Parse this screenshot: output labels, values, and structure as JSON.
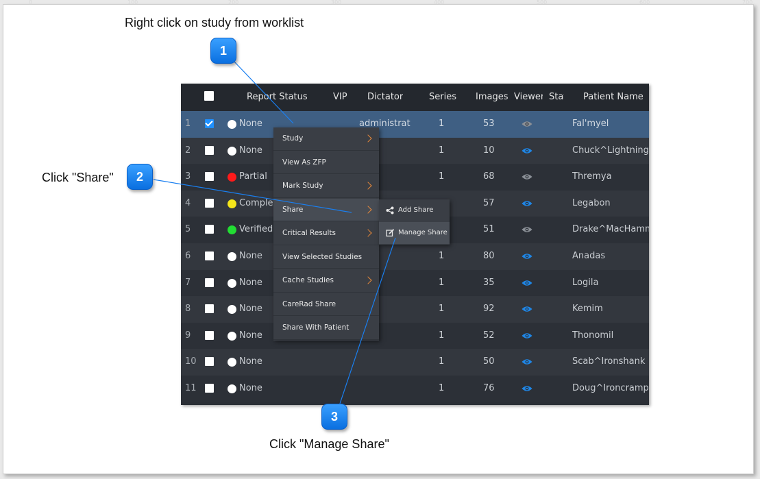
{
  "ruler": {
    "ticks": [
      "0",
      "100",
      "200",
      "300",
      "400",
      "500",
      "600",
      "700"
    ]
  },
  "callouts": [
    {
      "number": "1",
      "caption": "Right click on study from worklist"
    },
    {
      "number": "2",
      "caption": "Click \"Share\""
    },
    {
      "number": "3",
      "caption": "Click \"Manage Share\""
    }
  ],
  "table": {
    "headers": {
      "report_status": "Report Status",
      "vip": "VIP",
      "dictator": "Dictator",
      "series": "Series",
      "images": "Images",
      "viewer": "Viewer",
      "stat": "Stat",
      "patient_name": "Patient Name"
    },
    "rows": [
      {
        "num": "1",
        "checked": true,
        "status": "None",
        "status_color": "#ffffff",
        "dictator": "administrato",
        "series": "1",
        "images": "53",
        "eye_active": false,
        "patient": "Fal'myel"
      },
      {
        "num": "2",
        "checked": false,
        "status": "None",
        "status_color": "#ffffff",
        "dictator": "",
        "series": "1",
        "images": "10",
        "eye_active": true,
        "patient": "Chuck^Lightningthi"
      },
      {
        "num": "3",
        "checked": false,
        "status": "Partial",
        "status_color": "#ff1a1a",
        "dictator": "",
        "series": "1",
        "images": "68",
        "eye_active": false,
        "patient": "Thremya"
      },
      {
        "num": "4",
        "checked": false,
        "status": "Complet",
        "status_color": "#f5e61a",
        "dictator": "",
        "series": "",
        "images": "57",
        "eye_active": true,
        "patient": "Legabon"
      },
      {
        "num": "5",
        "checked": false,
        "status": "Verified",
        "status_color": "#22dd33",
        "dictator": "",
        "series": "",
        "images": "51",
        "eye_active": false,
        "patient": "Drake^MacHamme"
      },
      {
        "num": "6",
        "checked": false,
        "status": "None",
        "status_color": "#ffffff",
        "dictator": "",
        "series": "1",
        "images": "80",
        "eye_active": true,
        "patient": "Anadas"
      },
      {
        "num": "7",
        "checked": false,
        "status": "None",
        "status_color": "#ffffff",
        "dictator": "",
        "series": "1",
        "images": "35",
        "eye_active": true,
        "patient": "Logila"
      },
      {
        "num": "8",
        "checked": false,
        "status": "None",
        "status_color": "#ffffff",
        "dictator": "",
        "series": "1",
        "images": "92",
        "eye_active": true,
        "patient": "Kemim"
      },
      {
        "num": "9",
        "checked": false,
        "status": "None",
        "status_color": "#ffffff",
        "dictator": "",
        "series": "1",
        "images": "52",
        "eye_active": true,
        "patient": "Thonomil"
      },
      {
        "num": "10",
        "checked": false,
        "status": "None",
        "status_color": "#ffffff",
        "dictator": "",
        "series": "1",
        "images": "50",
        "eye_active": true,
        "patient": "Scab^Ironshank"
      },
      {
        "num": "11",
        "checked": false,
        "status": "None",
        "status_color": "#ffffff",
        "dictator": "",
        "series": "1",
        "images": "76",
        "eye_active": true,
        "patient": "Doug^Ironcramp"
      }
    ]
  },
  "context_menu": {
    "items": [
      {
        "label": "Study",
        "submenu": true
      },
      {
        "label": "View As ZFP",
        "submenu": false
      },
      {
        "label": "Mark Study",
        "submenu": true
      },
      {
        "label": "Share",
        "submenu": true,
        "highlighted": true
      },
      {
        "label": "Critical Results",
        "submenu": true
      },
      {
        "label": "View Selected Studies",
        "submenu": false
      },
      {
        "label": "Cache Studies",
        "submenu": true
      },
      {
        "label": "CareRad Share",
        "submenu": false
      },
      {
        "label": "Share With Patient",
        "submenu": false
      }
    ]
  },
  "share_submenu": {
    "items": [
      {
        "label": "Add Share",
        "icon": "share-icon"
      },
      {
        "label": "Manage Share",
        "icon": "edit-icon",
        "highlighted": true
      }
    ]
  },
  "colors": {
    "eye_active": "#1f86e6",
    "eye_inactive": "#8a8f96",
    "callout_blue": "#1a7ff0",
    "chevron": "#e8893a"
  }
}
